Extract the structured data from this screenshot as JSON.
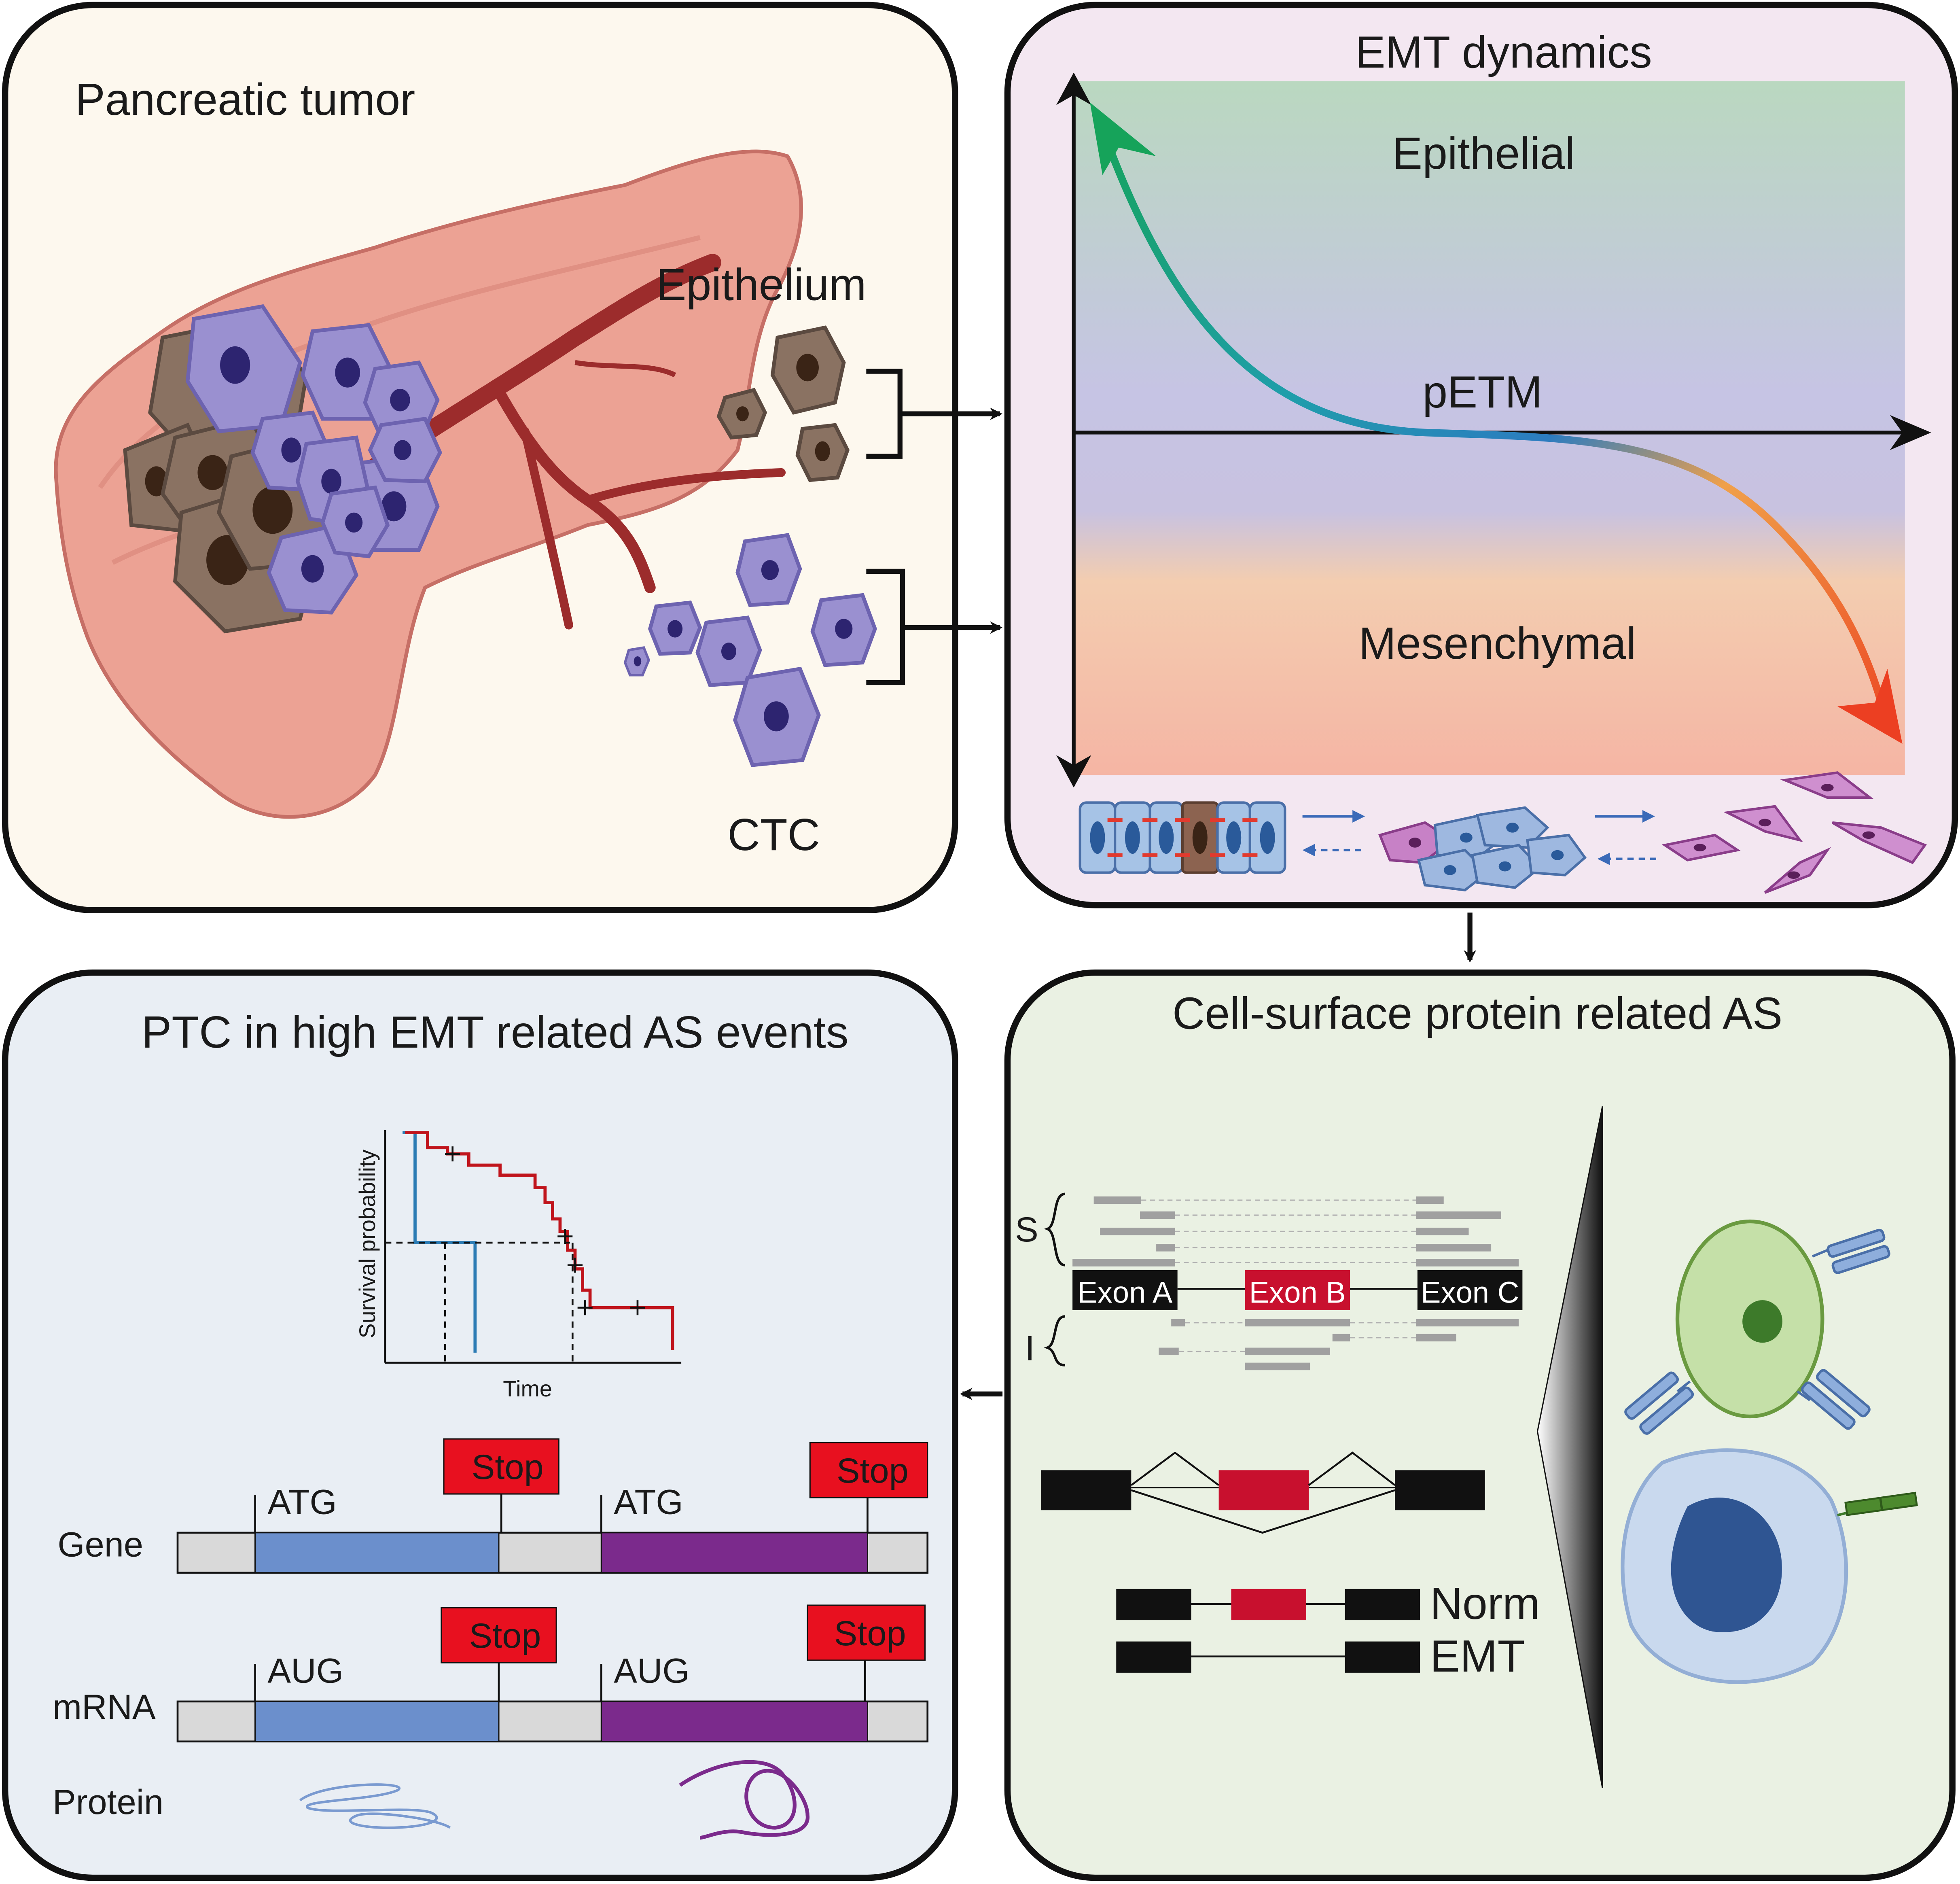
{
  "panel_tl": {
    "title": "Pancreatic tumor",
    "epithelium": "Epithelium",
    "ctc": "CTC"
  },
  "panel_tr": {
    "title": "EMT dynamics",
    "epithelial": "Epithelial",
    "petm": "pETM",
    "mesenchymal": "Mesenchymal"
  },
  "panel_br": {
    "title": "Cell-surface protein related AS",
    "s_label": "S",
    "i_label": "I",
    "exon_a": "Exon A",
    "exon_b": "Exon B",
    "exon_c": "Exon C",
    "norm": "Norm",
    "emt": "EMT"
  },
  "panel_bl": {
    "title": "PTC in high EMT related AS events",
    "km_ylabel": "Survival probability",
    "km_xlabel": "Time",
    "gene_label": "Gene",
    "mrna_label": "mRNA",
    "protein_label": "Protein",
    "atg1": "ATG",
    "atg2": "ATG",
    "aug1": "AUG",
    "aug2": "AUG",
    "stop_gene1": "Stop",
    "stop_gene2": "Stop",
    "stop_mrna1": "Stop",
    "stop_mrna2": "Stop"
  },
  "colors": {
    "panel_tl_bg": "#fdf8ee",
    "panel_tr_bg": "#f3e7f1",
    "panel_br_bg": "#eaf1e3",
    "panel_bl_bg": "#e9eef4",
    "epithelial_band": "#bcd7c2",
    "mesenchymal_band": "#f5b8a6",
    "petm_band": "#c6c4e4",
    "exon_red": "#c8102e",
    "stop_red": "#e8101f",
    "blue_orf": "#6b8fcc",
    "purple_orf": "#7b2a8c",
    "km_blue": "#2b7bb4",
    "km_red": "#c0141c"
  }
}
